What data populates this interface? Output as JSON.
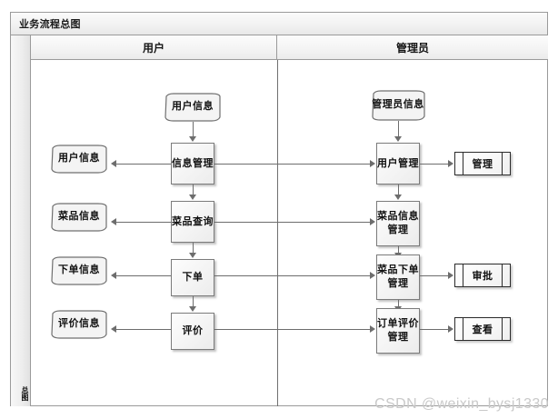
{
  "diagram": {
    "title": "业务流程总图",
    "vertical_band_label": "总图",
    "lanes": [
      {
        "name": "用户"
      },
      {
        "name": "管理员"
      }
    ],
    "watermark": "CSDN @weixin_bysj1330",
    "colors": {
      "frame_border": "#9a9a9a",
      "shape_border": "#7b7b7b",
      "connector": "#6d6d6d",
      "header_fill": "#f2f2f2",
      "shape_fill": "#f4f4f4",
      "watermark": "#c9c9c9"
    }
  },
  "nodes": {
    "user_lane": {
      "start_doc": "用户信息",
      "processes": [
        {
          "label": "信息管理"
        },
        {
          "label": "菜品查询"
        },
        {
          "label": "下单"
        },
        {
          "label": "评价"
        }
      ],
      "output_docs": [
        {
          "label": "用户信息"
        },
        {
          "label": "菜品信息"
        },
        {
          "label": "下单信息"
        },
        {
          "label": "评价信息"
        }
      ]
    },
    "admin_lane": {
      "start_doc": "管理员信息",
      "processes": [
        {
          "label": "用户管理"
        },
        {
          "label": "菜品信息管理"
        },
        {
          "label": "菜品下单管理"
        },
        {
          "label": "订单评价管理"
        }
      ],
      "predefined": [
        {
          "label": "管理"
        },
        {
          "label": "审批"
        },
        {
          "label": "查看"
        }
      ]
    }
  }
}
